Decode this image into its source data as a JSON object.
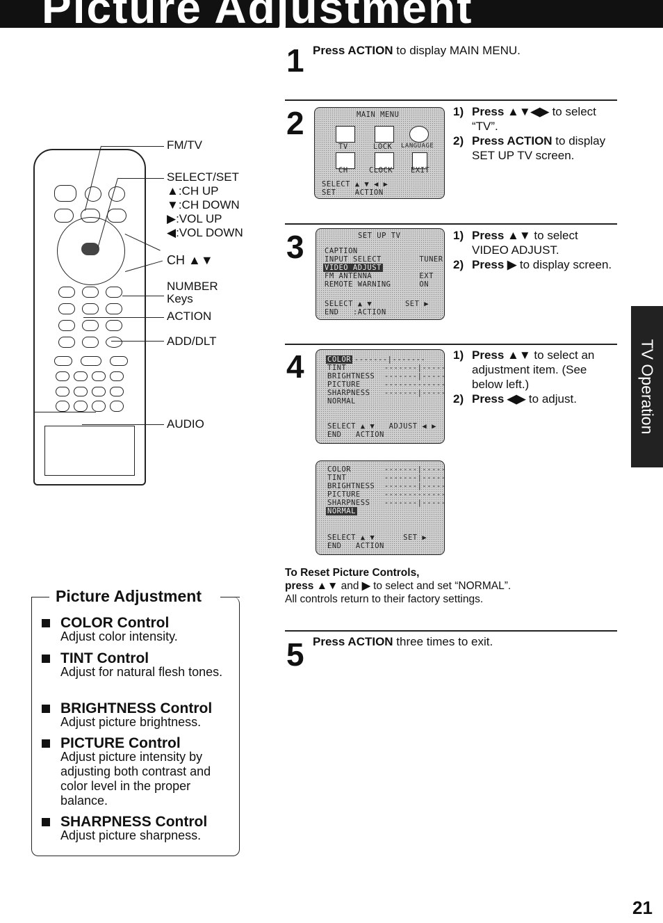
{
  "header": {
    "title": "Picture Adjustment",
    "side_tab": "TV Operation",
    "page_number": "21"
  },
  "remote": {
    "labels": {
      "fm_tv": "FM/TV",
      "select_set": "SELECT/SET",
      "ch_up": "▲:CH UP",
      "ch_down": "▼:CH DOWN",
      "vol_up": "▶:VOL UP",
      "vol_down": "◀:VOL DOWN",
      "ch": "CH ▲▼",
      "number": "NUMBER",
      "keys": "Keys",
      "action": "ACTION",
      "add_dlt": "ADD/DLT",
      "audio": "AUDIO"
    }
  },
  "step1": {
    "num": "1",
    "bold": "Press ACTION",
    "rest": " to display MAIN MENU."
  },
  "step2": {
    "num": "2",
    "screen": {
      "title": "MAIN MENU",
      "tv": "TV",
      "lock": "LOCK",
      "language": "LANGUAGE",
      "ch": "CH",
      "clock": "CLOCK",
      "exit": "EXIT",
      "f1": "SELECT ▲ ▼ ◀ ▶",
      "f2": "SET    ACTION"
    },
    "i1n": "1)",
    "i1b": "Press ▲▼◀▶",
    "i1r": " to select “TV”.",
    "i2n": "2)",
    "i2b": "Press ACTION",
    "i2r": " to display SET UP TV screen."
  },
  "step3": {
    "num": "3",
    "screen": {
      "title": "SET UP TV",
      "l1": "CAPTION",
      "l2": "INPUT SELECT        TUNER",
      "l3": "VIDEO ADJUST",
      "l4": "FM ANTENNA          EXT",
      "l5": "REMOTE WARNING      ON",
      "f1": "SELECT ▲ ▼       SET ▶",
      "f2": "END   :ACTION"
    },
    "i1n": "1)",
    "i1b": "Press ▲▼",
    "i1r": " to select VIDEO ADJUST.",
    "i2n": "2)",
    "i2b": "Press ▶",
    "i2r": " to display screen."
  },
  "step4": {
    "num": "4",
    "screen": {
      "l1": "COLOR",
      "l2": "TINT        -------|-------",
      "l3": "BRIGHTNESS  -------|-------",
      "l4": "PICTURE     -------------|",
      "l5": "SHARPNESS   -------|-------",
      "l6": "NORMAL",
      "f1": "SELECT ▲ ▼   ADJUST ◀ ▶",
      "f2": "END   ACTION",
      "l1b": "      -------|-------"
    },
    "i1n": "1)",
    "i1b": "Press ▲▼",
    "i1r": " to select an adjustment item. (See below left.)",
    "i2n": "2)",
    "i2b": "Press ◀▶",
    "i2r": " to adjust."
  },
  "screen5": {
    "l1": "COLOR       -------|-------",
    "l2": "TINT        -------|-------",
    "l3": "BRIGHTNESS  -------|-------",
    "l4": "PICTURE     -------------|",
    "l5": "SHARPNESS   -------|-------",
    "l6": "NORMAL",
    "f1": "SELECT ▲ ▼      SET ▶",
    "f2": "END   ACTION"
  },
  "reset": {
    "title": "To Reset Picture Controls,",
    "b": "press ▲▼",
    "m1": " and ",
    "b2": "▶",
    "m2": " to select and set “NORMAL”.",
    "l2": "All controls return to their factory settings."
  },
  "step5": {
    "num": "5",
    "bold": "Press ACTION",
    "rest": " three times to exit."
  },
  "picture_adjustment": {
    "title": "Picture Adjustment",
    "items": [
      {
        "heading": "COLOR Control",
        "desc": "Adjust color intensity."
      },
      {
        "heading": "TINT Control",
        "desc": "Adjust for natural flesh tones."
      },
      {
        "heading": "BRIGHTNESS Control",
        "desc": "Adjust picture brightness."
      },
      {
        "heading": "PICTURE Control",
        "desc": "Adjust picture intensity by adjusting both contrast and color level in the proper balance."
      },
      {
        "heading": "SHARPNESS Control",
        "desc": "Adjust picture sharpness."
      }
    ]
  }
}
